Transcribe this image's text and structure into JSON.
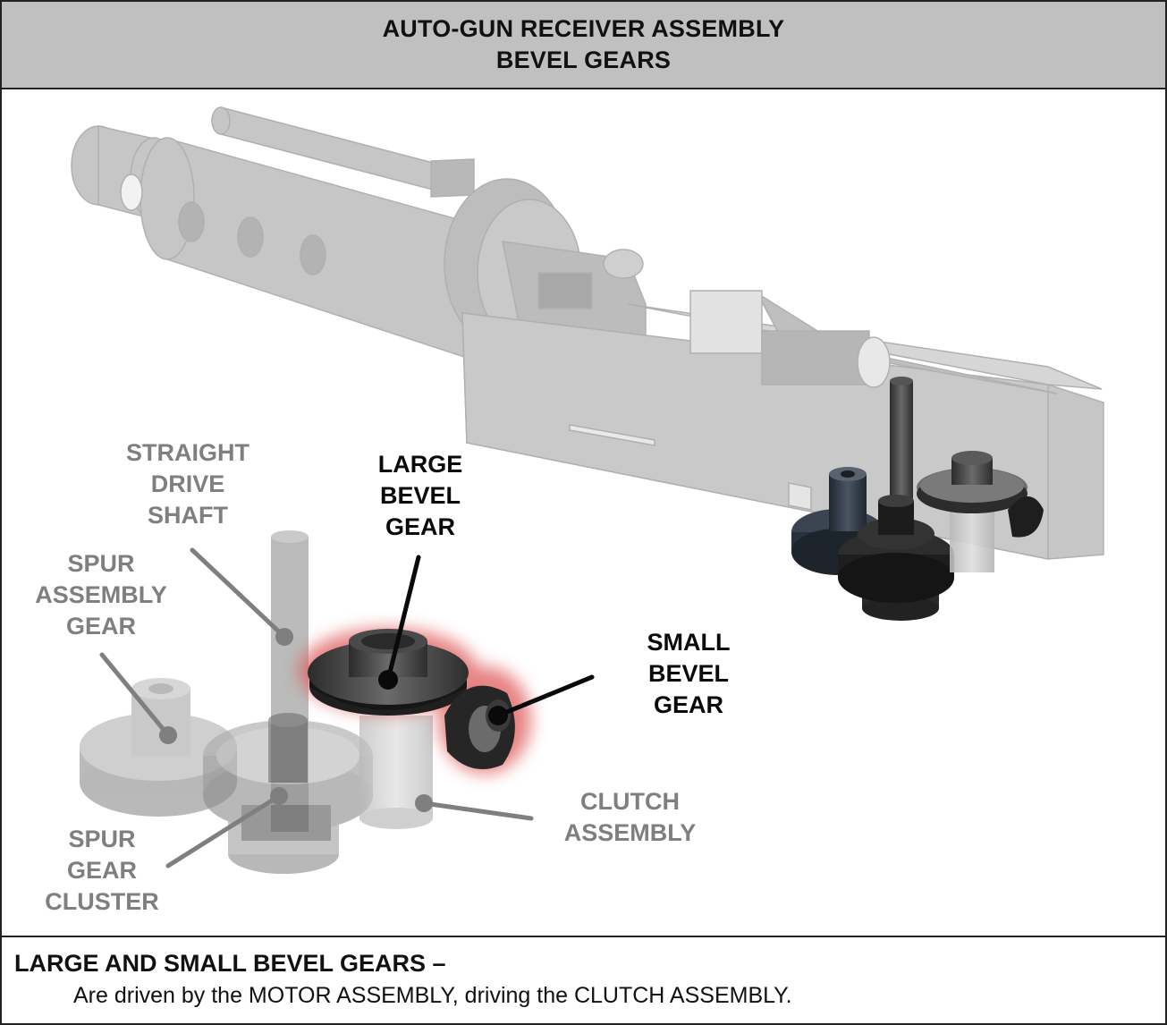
{
  "header": {
    "title_line1": "AUTO-GUN RECEIVER ASSEMBLY",
    "title_line2": "BEVEL GEARS"
  },
  "figure": {
    "subject": "Auto-gun receiver assembly with gear train",
    "highlight_color": "#e05a5a",
    "labels": {
      "straight_drive_shaft": [
        "STRAIGHT",
        "DRIVE",
        "SHAFT"
      ],
      "spur_assembly_gear": [
        "SPUR",
        "ASSEMBLY",
        "GEAR"
      ],
      "large_bevel_gear": [
        "LARGE",
        "BEVEL",
        "GEAR"
      ],
      "small_bevel_gear": [
        "SMALL",
        "BEVEL",
        "GEAR"
      ],
      "clutch_assembly": [
        "CLUTCH",
        "ASSEMBLY"
      ],
      "spur_gear_cluster": [
        "SPUR",
        "GEAR",
        "CLUSTER"
      ]
    },
    "label_colors": {
      "highlighted": "#0a0a0a",
      "dimmed": "#7f7f7f"
    }
  },
  "footer": {
    "heading": "LARGE AND SMALL BEVEL GEARS –",
    "description": "Are driven by the MOTOR ASSEMBLY, driving the CLUTCH ASSEMBLY."
  }
}
